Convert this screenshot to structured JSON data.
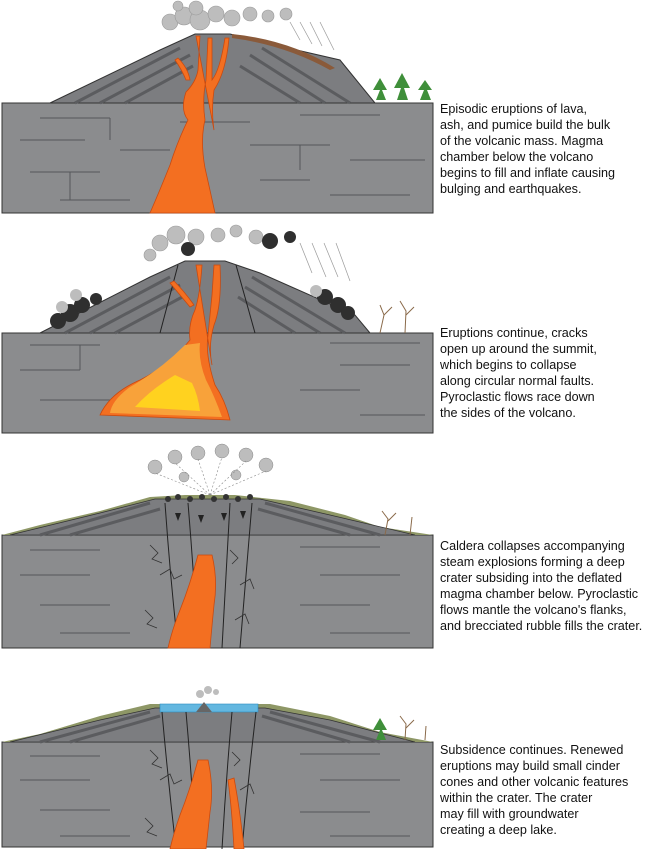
{
  "captions": [
    {
      "lines": [
        "Episodic eruptions of lava,",
        "ash, and pumice build the bulk",
        "of the volcanic mass.  Magma",
        "chamber below the volcano",
        "begins to fill and inflate causing",
        "bulging and earthquakes."
      ]
    },
    {
      "lines": [
        "Eruptions continue, cracks",
        "open up around the summit,",
        "which begins to collapse",
        "along circular normal faults.",
        "Pyroclastic flows race down",
        "the sides of the volcano."
      ]
    },
    {
      "lines": [
        "Caldera collapses accompanying",
        "steam explosions forming a deep",
        "crater subsiding into the deflated",
        "magma chamber below.  Pyroclastic",
        "flows mantle the volcano's flanks,",
        "and brecciated rubble fills the crater."
      ]
    },
    {
      "lines": [
        "Subsidence continues. Renewed",
        "eruptions may build small cinder",
        "cones and other volcanic features",
        "within the crater. The crater",
        "may fill with groundwater",
        "creating a deep lake."
      ]
    }
  ],
  "colors": {
    "crust": "#8b8c8e",
    "crust_lines": "#5a5a5c",
    "cone": "#7c7d80",
    "cone_stripe": "#5b5c5f",
    "lava": "#f36f21",
    "lava_light": "#f8a23a",
    "lava_core": "#ffd21f",
    "ash": "#c9c9c9",
    "ash_dark": "#3a3a3a",
    "tephra_mantle": "#8e9766",
    "lake": "#63b7e0",
    "tree": "#3f8f3a"
  }
}
